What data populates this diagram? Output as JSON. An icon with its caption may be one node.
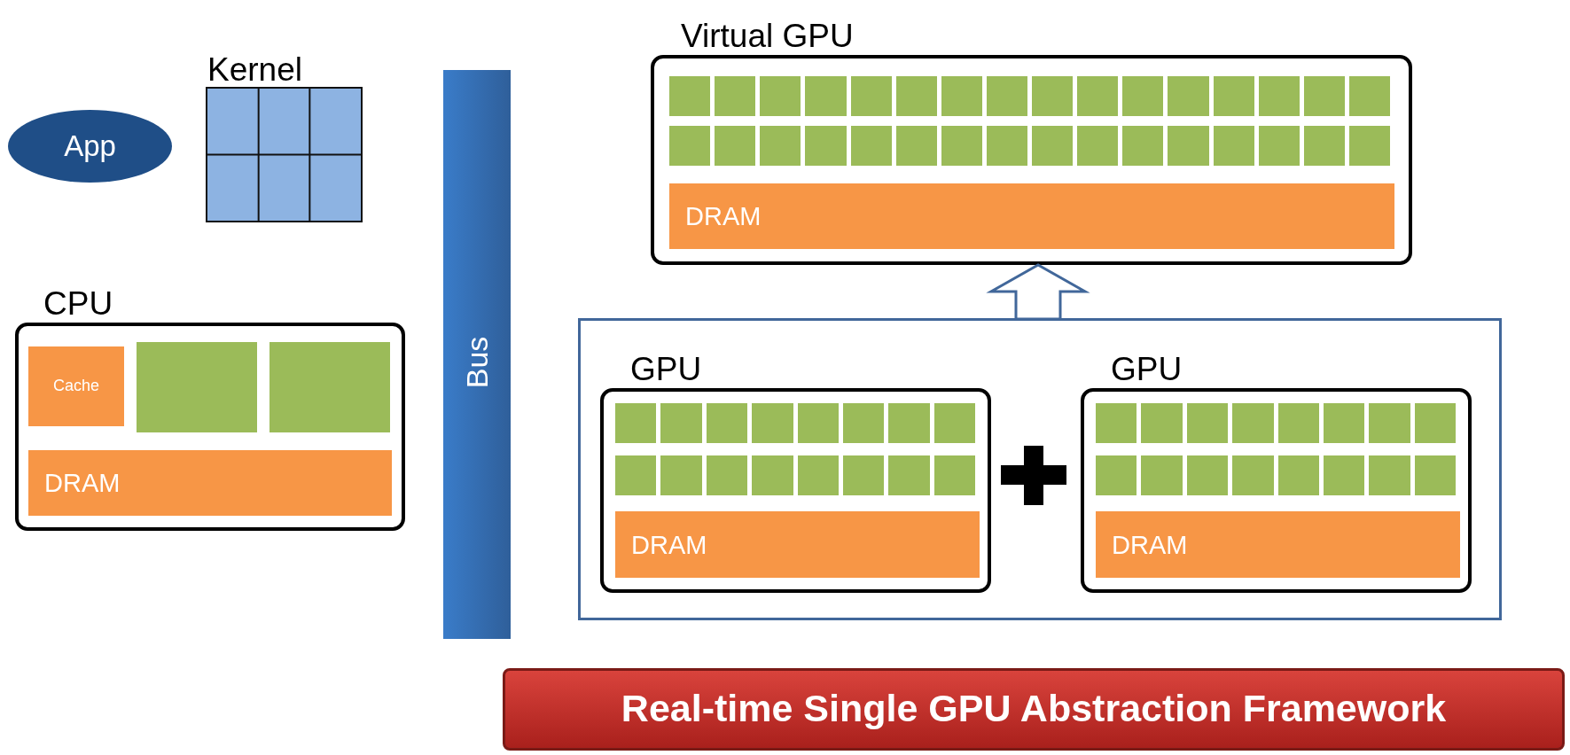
{
  "diagram": {
    "nodes": [
      {
        "text": [
          "App"
        ]
      },
      {
        "text": [
          "Kernel"
        ]
      },
      {
        "text": [
          "Virtual GPU"
        ]
      },
      {
        "text": [
          "DRAM"
        ],
        "in": 2
      },
      {
        "text": [
          "CPU"
        ]
      },
      {
        "text": [
          "Cache"
        ],
        "in": 4
      },
      {
        "text": [],
        "shape": "box",
        "in": 4
      },
      {
        "text": [],
        "shape": "box",
        "in": 4
      },
      {
        "text": [
          "DRAM"
        ],
        "in": 4
      },
      {
        "text": [
          "Bus"
        ]
      },
      {
        "text": [],
        "shape": "box"
      },
      {
        "text": [
          "GPU"
        ],
        "in": 10
      },
      {
        "text": [
          "DRAM"
        ],
        "in": 11
      },
      {
        "text": [
          "GPU"
        ],
        "in": 10
      },
      {
        "text": [
          "DRAM"
        ],
        "in": 13
      },
      {
        "text": [
          "Real-time Single GPU Abstraction Framework"
        ]
      }
    ],
    "edges": [
      {
        "from": 10,
        "to": 2,
        "arrow": "to"
      }
    ]
  }
}
